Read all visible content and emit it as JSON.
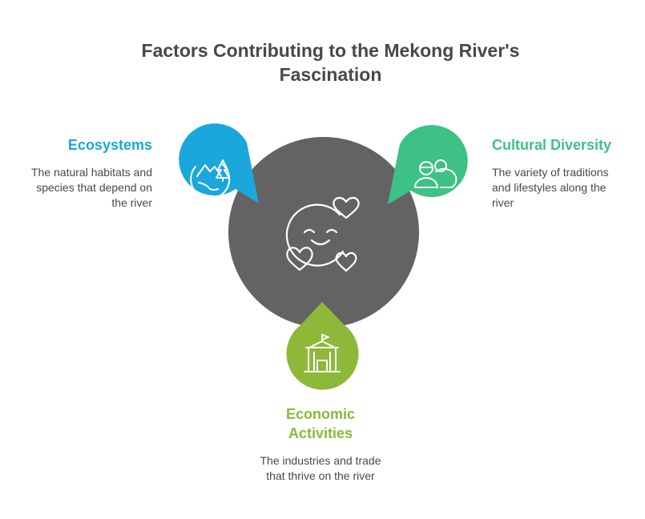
{
  "title": {
    "line1": "Factors Contributing to the Mekong River's",
    "line2": "Fascination"
  },
  "colors": {
    "center": "#636363",
    "ecosystems": "#1ca7dc",
    "cultural": "#3ec185",
    "economic": "#8db83a",
    "text": "#484848"
  },
  "center": {
    "icon": "smiling-face-with-hearts-icon"
  },
  "factors": {
    "ecosystems": {
      "heading": "Ecosystems",
      "desc_line1": "The natural habitats and",
      "desc_line2": "species that depend on",
      "desc_line3": "the river",
      "icon": "landscape-globe-icon"
    },
    "cultural": {
      "heading": "Cultural Diversity",
      "desc_line1": "The variety of traditions",
      "desc_line2": "and lifestyles along the",
      "desc_line3": "river",
      "icon": "two-people-icon"
    },
    "economic": {
      "heading_line1": "Economic",
      "heading_line2": "Activities",
      "desc_line1": "The industries and trade",
      "desc_line2": "that thrive on the river",
      "icon": "building-with-flag-icon"
    }
  }
}
